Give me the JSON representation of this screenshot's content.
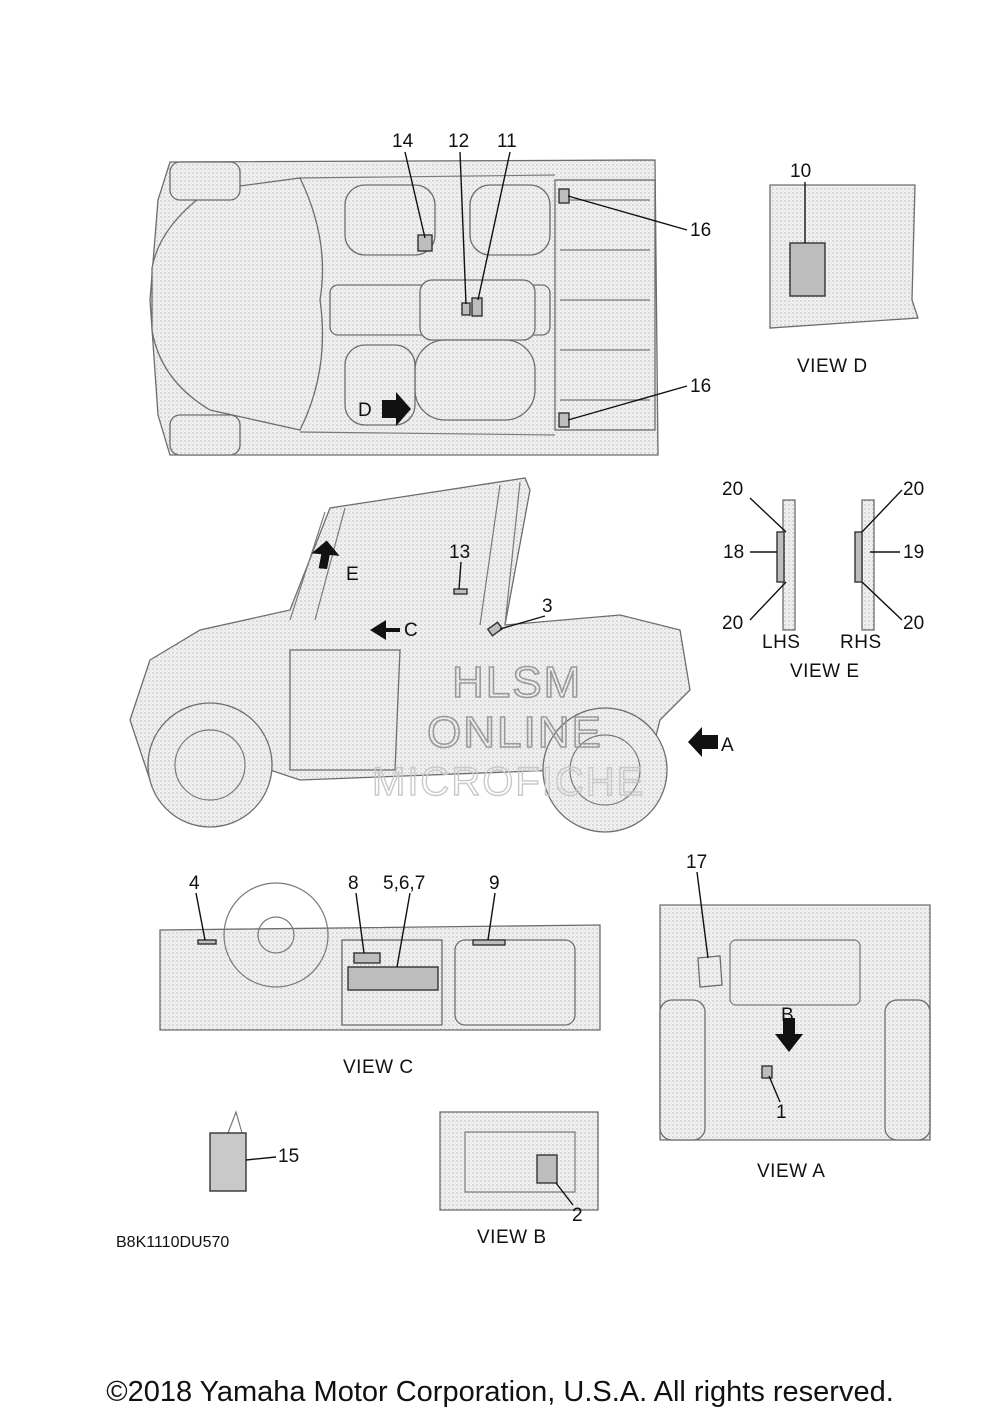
{
  "callouts": {
    "c1": "1",
    "c2": "2",
    "c3": "3",
    "c4": "4",
    "c567": "5,6,7",
    "c8": "8",
    "c9": "9",
    "c10": "10",
    "c11": "11",
    "c12": "12",
    "c13": "13",
    "c14": "14",
    "c15": "15",
    "c16a": "16",
    "c16b": "16",
    "c17": "17",
    "c18": "18",
    "c19": "19",
    "c20a": "20",
    "c20b": "20",
    "c20c": "20",
    "c20d": "20"
  },
  "arrows": {
    "a": "A",
    "b": "B",
    "c": "C",
    "d": "D",
    "e": "E"
  },
  "views": {
    "a": "VIEW A",
    "b": "VIEW B",
    "c": "VIEW C",
    "d": "VIEW D",
    "e": "VIEW E",
    "lhs": "LHS",
    "rhs": "RHS"
  },
  "watermark": {
    "line1": "HLSM",
    "line2": "ONLINE",
    "line3": "MICROFICHE"
  },
  "diagram_code": "B8K1110DU570",
  "copyright": "©2018 Yamaha Motor Corporation, U.S.A. All rights reserved."
}
